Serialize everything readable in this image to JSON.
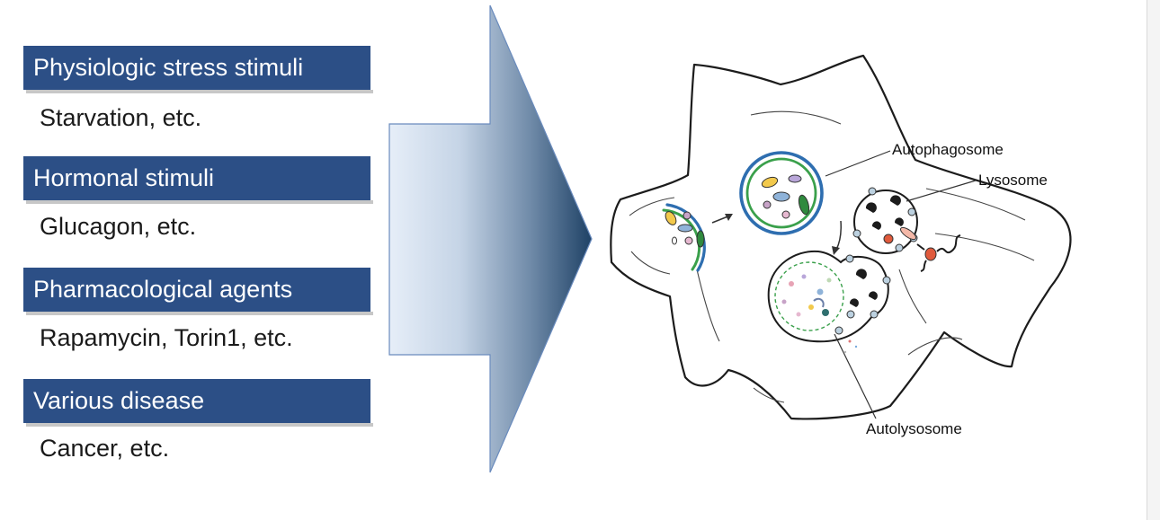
{
  "stimuli": [
    {
      "heading": "Physiologic stress stimuli",
      "example": "Starvation, etc."
    },
    {
      "heading": "Hormonal stimuli",
      "example": "Glucagon, etc."
    },
    {
      "heading": "Pharmacological agents",
      "example": "Rapamycin, Torin1, etc."
    },
    {
      "heading": "Various disease",
      "example": "Cancer, etc."
    }
  ],
  "labels": {
    "autophagosome": "Autophagosome",
    "lysosome": "Lysosome",
    "autolysosome": "Autolysosome"
  },
  "colors": {
    "heading_bg": "#2c4f86",
    "heading_text": "#ffffff",
    "arrow_dark": "#1f4266",
    "arrow_light": "#e6eef8",
    "membrane_blue": "#2e6eb0",
    "membrane_green": "#3aa04b"
  },
  "icons": [
    "cell-outline-icon",
    "phagophore-icon",
    "autophagosome-icon",
    "lysosome-icon",
    "autolysosome-icon",
    "block-arrow-icon"
  ]
}
